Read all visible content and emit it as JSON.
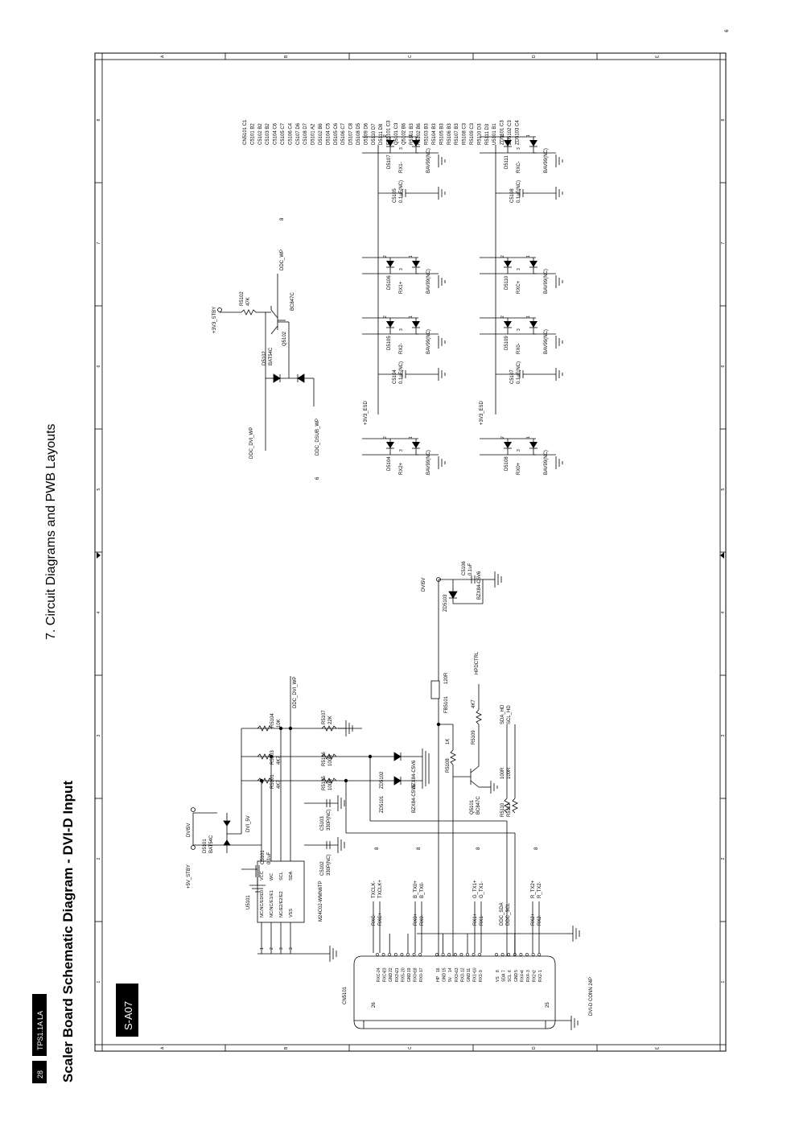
{
  "header": {
    "page_number": "28",
    "model": "TPS1.1A LA",
    "title": "Scaler Board Schematic Diagram - DVI-D Input",
    "section": "7. Circuit Diagrams and PWB Layouts",
    "corner_mark": "6"
  },
  "badge": "S-A07",
  "frame": {
    "row_letters": [
      "A",
      "B",
      "C",
      "D",
      "E"
    ],
    "col_numbers": [
      "1",
      "2",
      "3",
      "4",
      "5",
      "6",
      "7",
      "8"
    ]
  },
  "location_table": [
    "CN5101 C1",
    "C5101 B2",
    "C5102 B2",
    "C5103 B2",
    "C5104 C6",
    "C5105 C7",
    "C5106 C4",
    "C5107 D6",
    "C5108 D7",
    "D5101 A2",
    "D5102 B6",
    "D5104 C5",
    "D5105 C6",
    "D5106 C7",
    "D5107 C8",
    "D5108 D5",
    "D5109 D6",
    "D5110 D7",
    "D5111 D8",
    "FB5101 C3",
    "Q5101 C3",
    "Q5102 B6",
    "R5101 B3",
    "R5102 B6",
    "R5103 B3",
    "R5104 B3",
    "R5105 B3",
    "R5106 B3",
    "R5107 B3",
    "R5108 C3",
    "R5109 C3",
    "R5110 D3",
    "R5111 D3",
    "U5101 B1",
    "ZD5101 C3",
    "ZD5102 C3",
    "ZD5103 C4"
  ],
  "connector": {
    "ref": "CN5101",
    "name": "DVI-D CONN 24P",
    "shield_pins": [
      "26",
      "25"
    ],
    "pins": [
      {
        "num": "24",
        "label": "RXC-"
      },
      {
        "num": "23",
        "label": "RXC+"
      },
      {
        "num": "22",
        "label": "GND"
      },
      {
        "num": "21",
        "label": "RX3+"
      },
      {
        "num": "20",
        "label": "RX5-"
      },
      {
        "num": "19",
        "label": "GND"
      },
      {
        "num": "18",
        "label": "RX0+"
      },
      {
        "num": "17",
        "label": "RX0-"
      },
      {
        "num": "16",
        "label": "HP"
      },
      {
        "num": "15",
        "label": "GND"
      },
      {
        "num": "14",
        "label": "5V"
      },
      {
        "num": "13",
        "label": "RX3+"
      },
      {
        "num": "12",
        "label": "RX3-"
      },
      {
        "num": "11",
        "label": "GND"
      },
      {
        "num": "10",
        "label": "RX1+"
      },
      {
        "num": "9",
        "label": "RX1-"
      },
      {
        "num": "8",
        "label": "VS"
      },
      {
        "num": "7",
        "label": "SDA"
      },
      {
        "num": "6",
        "label": "SCL"
      },
      {
        "num": "5",
        "label": "GND"
      },
      {
        "num": "4",
        "label": "RX4+"
      },
      {
        "num": "3",
        "label": "RX4-"
      },
      {
        "num": "2",
        "label": "RX2+"
      },
      {
        "num": "1",
        "label": "RX2-"
      }
    ]
  },
  "net_pairs": [
    {
      "a": "RXC-",
      "b": "RXC+",
      "oa": "TXCLK-",
      "ob": "TXCLK+",
      "ref": "8"
    },
    {
      "a": "RX0+",
      "b": "RX0-",
      "oa": "B_TX0+",
      "ob": "B_TX0-",
      "ref": "8"
    },
    {
      "a": "RX1+",
      "b": "RX1-",
      "oa": "G_TX1+",
      "ob": "G_TX1-",
      "ref": "8"
    },
    {
      "a": "RX2+",
      "b": "RX2-",
      "oa": "R_TX2+",
      "ob": "R_TX2-",
      "ref": "8"
    }
  ],
  "ddc_nets": [
    "DDC_SDA",
    "DDC_SCL"
  ],
  "eeprom": {
    "ref": "U5101",
    "part": "M24C02-WMN6TP",
    "left_pins": [
      "NC/NC/E0/E0",
      "NC/NC/E1/E1",
      "NC/E2/E2/E2",
      "VSS"
    ],
    "right_pins": [
      "VCC",
      "WC",
      "SCL",
      "SDA"
    ]
  },
  "labels": {
    "plus5v_stby": "+5V_STBY",
    "dvi5v": "DVI5V",
    "d5101": "D5101",
    "bat54c": "BAT54C",
    "c5101": "C5101",
    "c5101_val": "0.1uF",
    "dvi_5v": "DVI_5V",
    "c5102": "C5102",
    "c5102_val": "330P(NC)",
    "c5103": "C5103",
    "c5103_val": "330P(NC)",
    "r5101": "R5101",
    "r5101_val": "4K7",
    "r5103": "R5103",
    "r5103_val": "4K7",
    "r5104": "R5104",
    "r5104_val": "10K",
    "r5105": "R5105",
    "r5105_val": "100R",
    "r5106": "R5106",
    "r5106_val": "100R",
    "r5107": "R5107",
    "r5107_val": "22K",
    "ddc_dvi_wp": "DDC_DVI_WP",
    "zd5101": "ZD5101",
    "zd5102": "ZD5102",
    "bzx": "BZX84-C5V6",
    "r5108": "R5108",
    "r5108_val": "1K",
    "r5109": "R5109",
    "r5109_val": "4K7",
    "q5101": "Q5101",
    "bc847c": "BC847C",
    "r5110": "R5110",
    "r5111": "R5111",
    "r_100r": "100R",
    "sda_hd": "SDA_HD",
    "scl_hd": "SCL_HD",
    "fb5101": "FB5101",
    "fb_val": "120R",
    "hpdctrl": "HPDCTRL",
    "c5106": "C5106",
    "c5106_val": "0.1uF",
    "zd5103": "ZD5103",
    "plus3v3_stby": "+3V3_STBY",
    "r5102": "R5102",
    "r5102_val": "47K",
    "q5102": "Q5102",
    "ddc_wp": "DDC_WP",
    "d5102": "D5102",
    "ddc_dsub_wp": "DDC_DSUB_WP",
    "plus3v3_esd": "+3V3_ESD",
    "bav99": "BAV99(NC)",
    "c_esd_val": "0.1uF(NC)",
    "ref8": "8",
    "ref6": "6",
    "pin1": "1",
    "pin2": "2",
    "pin3": "3"
  },
  "esd_top": [
    {
      "d": "D5104",
      "net": "RX2+",
      "cap": ""
    },
    {
      "d": "D5105",
      "net": "RX2-",
      "cap": "C5104"
    },
    {
      "d": "D5106",
      "net": "RX1+",
      "cap": ""
    },
    {
      "d": "D5107",
      "net": "RX1-",
      "cap": "C5105"
    }
  ],
  "esd_bottom": [
    {
      "d": "D5108",
      "net": "RX0+",
      "cap": ""
    },
    {
      "d": "D5109",
      "net": "RX0-",
      "cap": "C5107"
    },
    {
      "d": "D5110",
      "net": "RXC+",
      "cap": ""
    },
    {
      "d": "D5111",
      "net": "RXC-",
      "cap": "C5108"
    }
  ]
}
